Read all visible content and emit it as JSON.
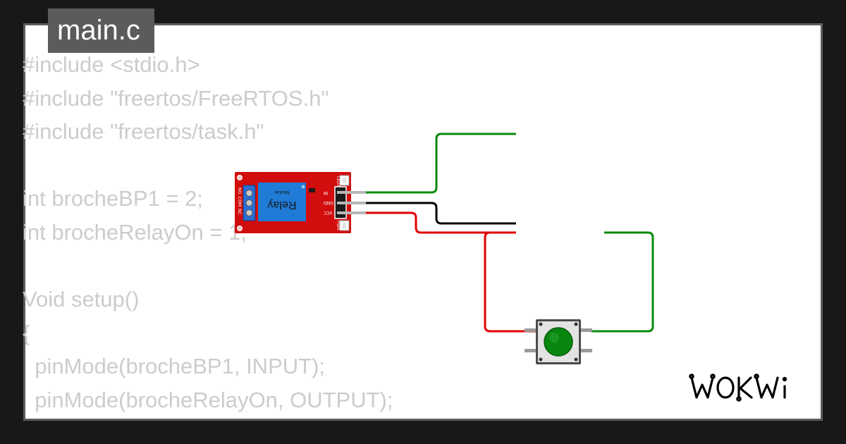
{
  "tab": {
    "filename": "main.c"
  },
  "code": {
    "lines": [
      "#include <stdio.h>",
      "#include \"freertos/FreeRTOS.h\"",
      "#include \"freertos/task.h\"",
      "",
      "int brocheBP1 = 2;",
      "int brocheRelayOn = 1;",
      "",
      "Void setup()",
      "{",
      "  pinMode(brocheBP1, INPUT);",
      "  pinMode(brocheRelayOn, OUTPUT);"
    ]
  },
  "relay": {
    "title": "Relay",
    "subtitle": "Module",
    "led_top_label": "LED1",
    "led_bottom_label": "PWR",
    "pin_labels": [
      "IN",
      "GND",
      "VCC"
    ],
    "terminal_labels": [
      "NO",
      "COM",
      "NC"
    ]
  },
  "logo": {
    "text": "WOKWi"
  },
  "colors": {
    "background": "#181818",
    "card": "#ffffff",
    "tab": "#5b5b5b",
    "code_text": "#cccccc",
    "relay_board": "#d20d0d",
    "relay_body": "#1f7bd6",
    "wire_green": "#0a8a0a",
    "wire_black": "#000000",
    "wire_red": "#e20000",
    "button_cap": "#08870f"
  }
}
